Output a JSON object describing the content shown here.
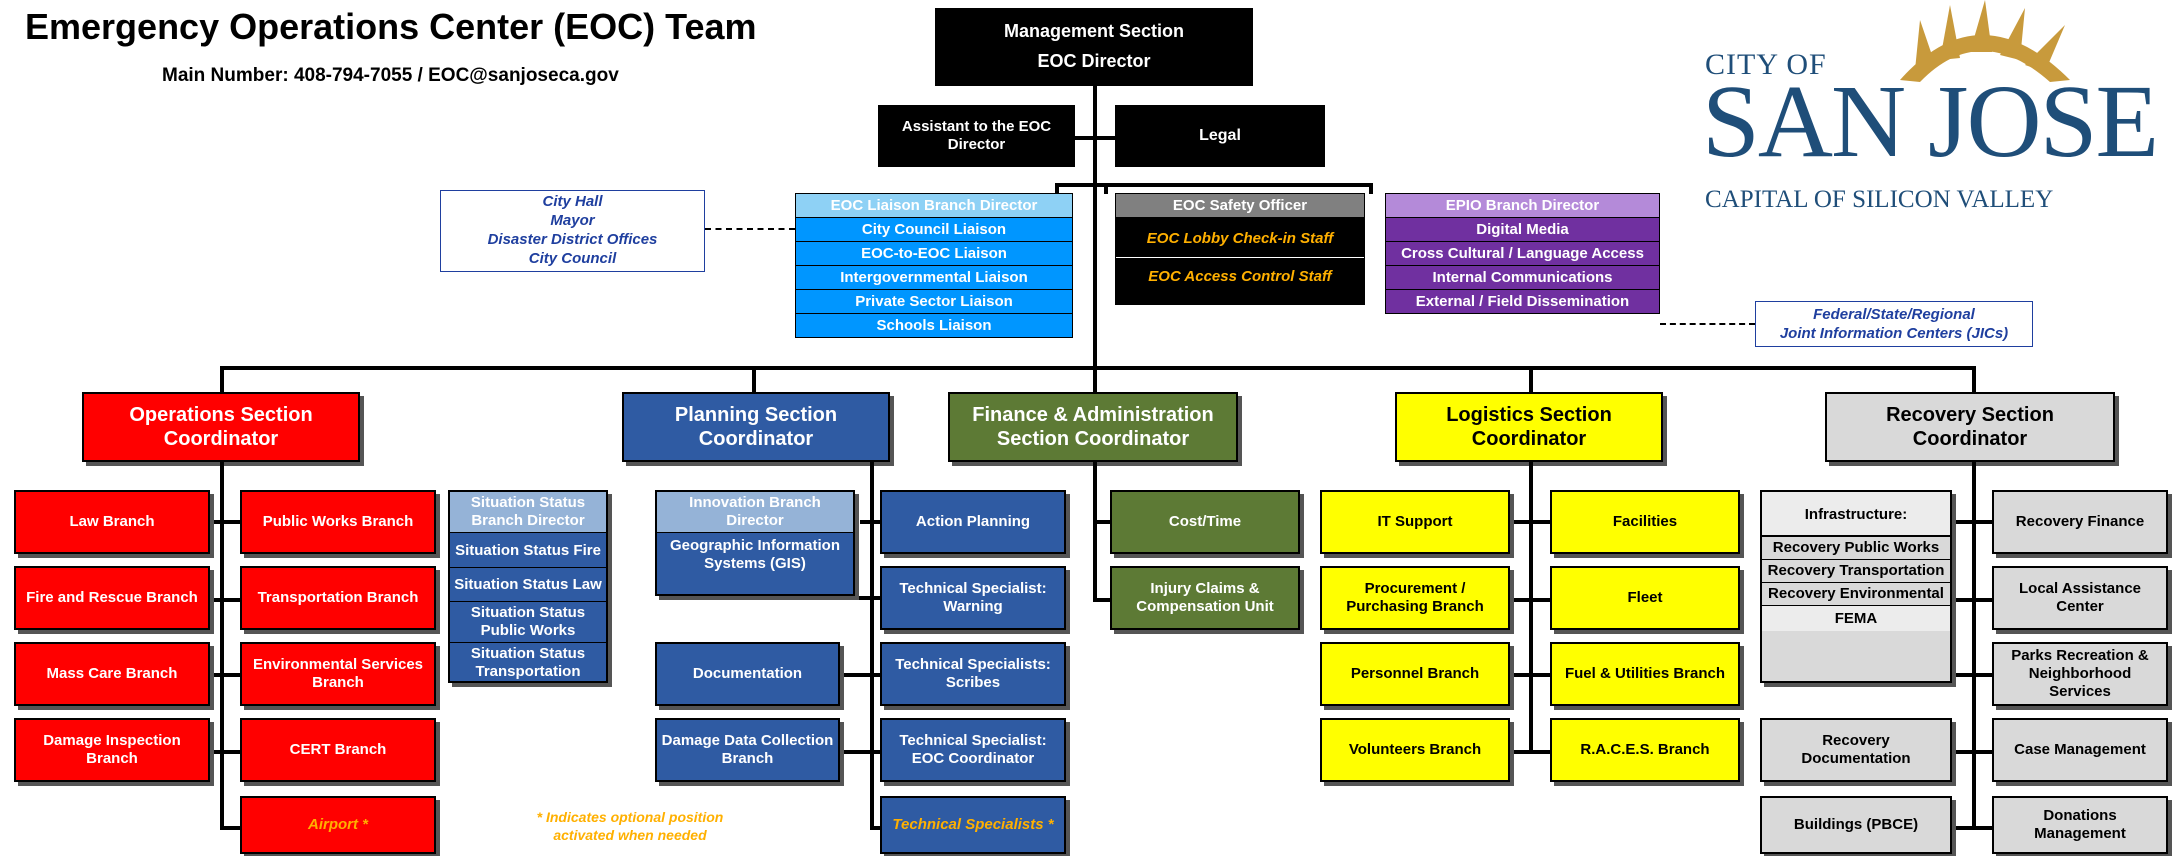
{
  "header": {
    "title": "Emergency Operations Center (EOC) Team",
    "main_number": "Main Number: 408-794-7055 / EOC@sanjoseca.gov"
  },
  "logo": {
    "city_of": "CITY OF",
    "san_jose": "SAN JOSE",
    "tagline": "CAPITAL OF SILICON VALLEY",
    "color_blue": "#1f4e79",
    "color_gold": "#c89a3c"
  },
  "management": {
    "title": "Management Section",
    "subtitle": "EOC Director",
    "assistant": "Assistant to the EOC Director",
    "legal": "Legal"
  },
  "city_hall": [
    "City Hall",
    "Mayor",
    "Disaster District Offices",
    "City Council"
  ],
  "liaison": {
    "header": "EOC Liaison Branch Director",
    "items": [
      "City Council Liaison",
      "EOC-to-EOC Liaison",
      "Intergovernmental Liaison",
      "Private Sector Liaison",
      "Schools Liaison"
    ]
  },
  "safety": {
    "header": "EOC Safety Officer",
    "items": [
      "EOC Lobby Check-in Staff",
      "EOC Access Control Staff"
    ]
  },
  "epio": {
    "header": "EPIO Branch Director",
    "items": [
      "Digital Media",
      "Cross Cultural / Language Access",
      "Internal Communications",
      "External / Field Dissemination"
    ]
  },
  "jic": [
    "Federal/State/Regional",
    "Joint Information Centers (JICs)"
  ],
  "sections": {
    "operations": "Operations Section Coordinator",
    "planning": "Planning Section Coordinator",
    "finance": "Finance & Administration Section Coordinator",
    "logistics": "Logistics Section Coordinator",
    "recovery": "Recovery Section Coordinator"
  },
  "operations": {
    "left": [
      "Law Branch",
      "Fire and Rescue Branch",
      "Mass Care Branch",
      "Damage Inspection Branch"
    ],
    "right": [
      "Public Works Branch",
      "Transportation Branch",
      "Environmental Services Branch",
      "CERT Branch",
      "Airport *"
    ]
  },
  "planning": {
    "situation_header": "Situation Status Branch Director",
    "situation_items": [
      "Situation Status Fire",
      "Situation Status Law",
      "Situation Status Public Works",
      "Situation Status Transportation"
    ],
    "innovation_header": "Innovation Branch Director",
    "innovation_items": [
      "Geographic Information Systems (GIS)"
    ],
    "documentation": "Documentation",
    "damage_data": "Damage Data Collection Branch",
    "right": [
      "Action Planning",
      "Technical Specialist: Warning",
      "Technical Specialists: Scribes",
      "Technical Specialist: EOC Coordinator",
      "Technical Specialists *"
    ]
  },
  "note": "* Indicates optional position activated when needed",
  "finance": [
    "Cost/Time",
    "Injury Claims & Compensation Unit"
  ],
  "logistics": {
    "left": [
      "IT Support",
      "Procurement / Purchasing Branch",
      "Personnel Branch",
      "Volunteers Branch"
    ],
    "right": [
      "Facilities",
      "Fleet",
      "Fuel & Utilities Branch",
      "R.A.C.E.S. Branch"
    ]
  },
  "recovery": {
    "infra_header": "Infrastructure:",
    "infra_items": [
      "Recovery Public Works",
      "Recovery Transportation",
      "Recovery Environmental",
      "FEMA"
    ],
    "left": [
      "Recovery Documentation",
      "Buildings (PBCE)"
    ],
    "right": [
      "Recovery Finance",
      "Local Assistance Center",
      "Parks Recreation & Neighborhood Services",
      "Case Management",
      "Donations Management"
    ]
  }
}
